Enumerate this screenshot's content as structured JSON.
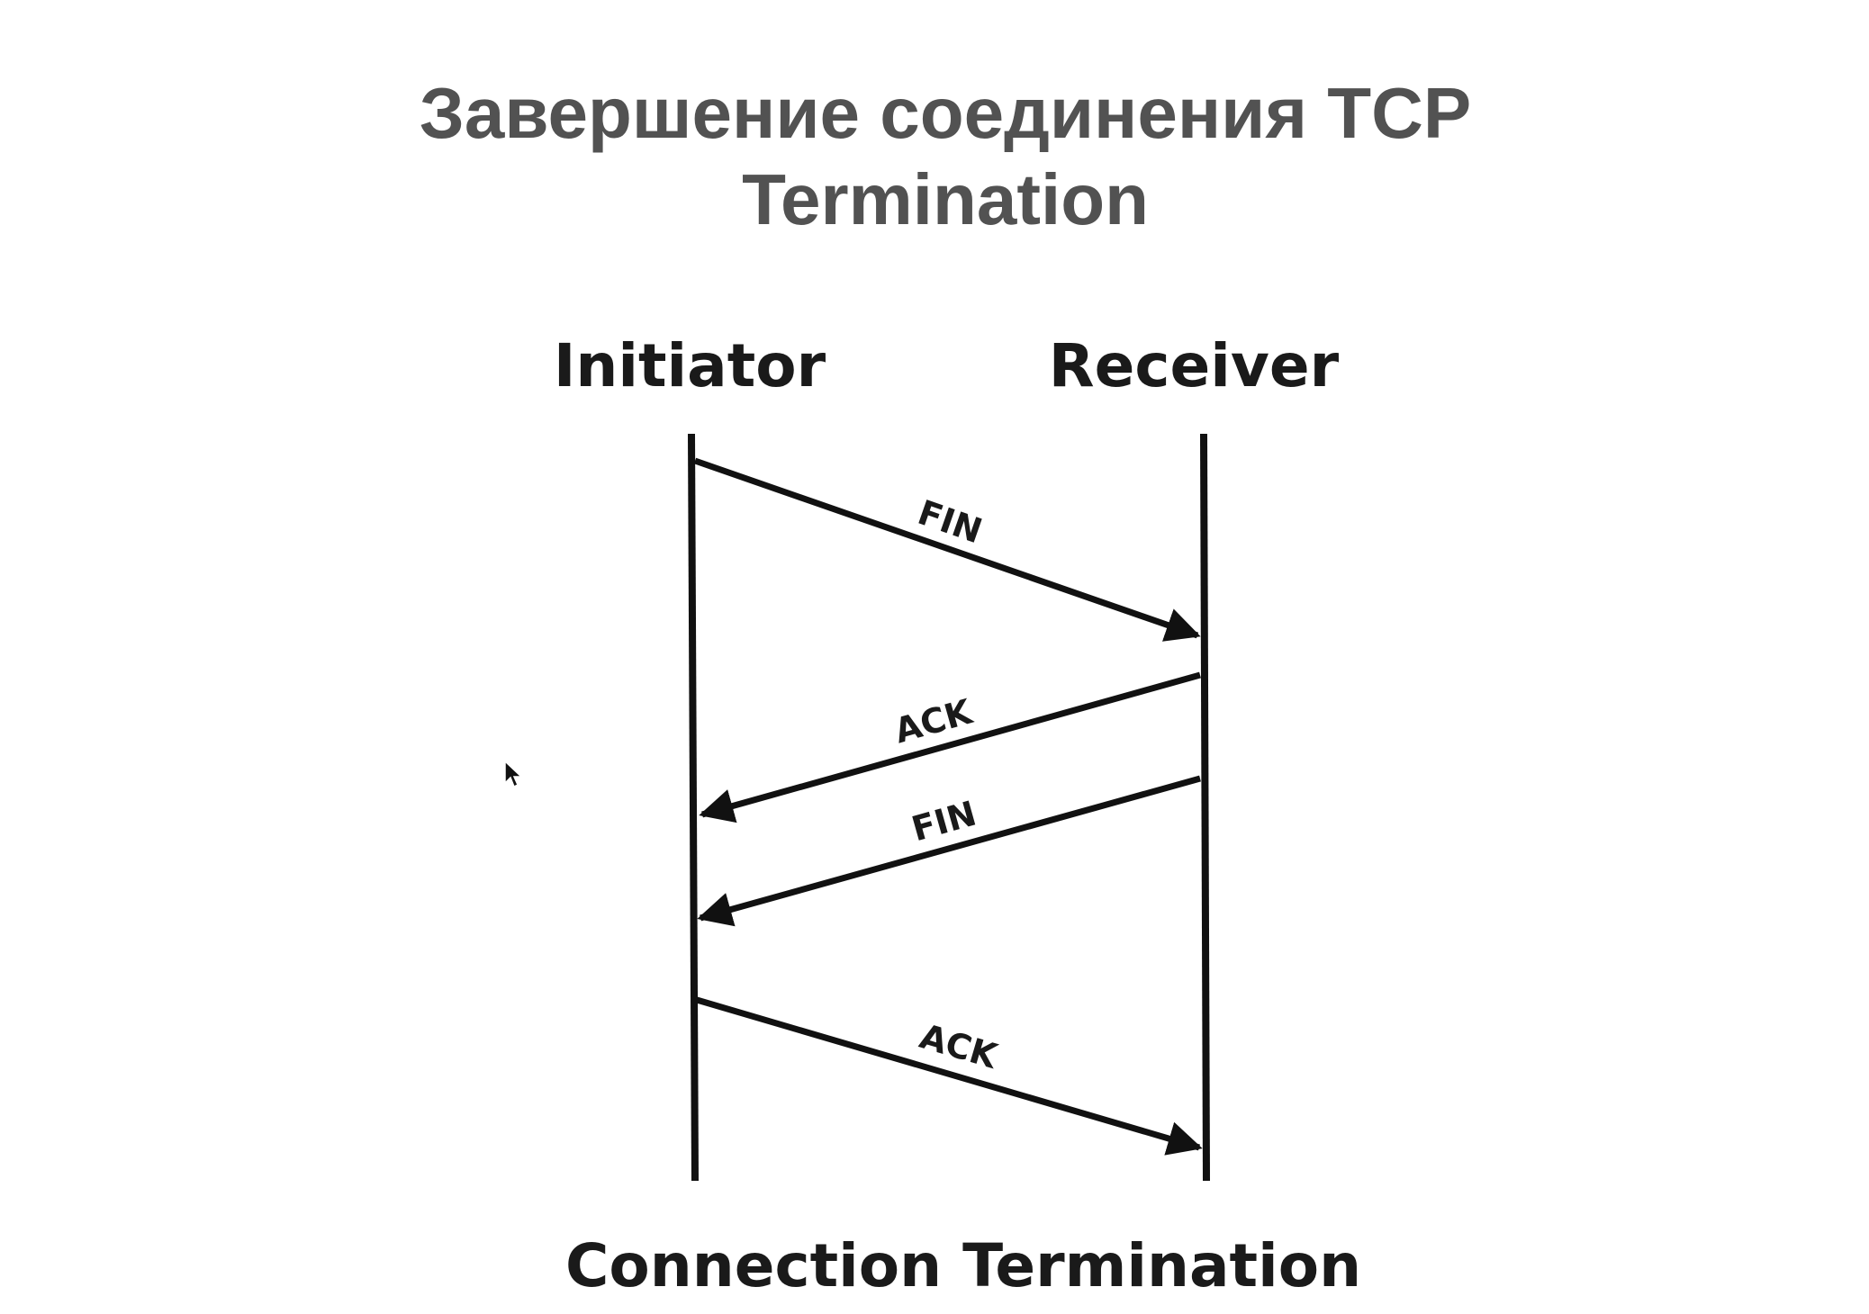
{
  "title": {
    "line1": "Завершение соединения TCP",
    "line2": "Termination"
  },
  "participants": {
    "initiator": "Initiator",
    "receiver": "Receiver"
  },
  "messages": [
    {
      "label": "FIN",
      "from": "initiator",
      "to": "receiver"
    },
    {
      "label": "ACK",
      "from": "receiver",
      "to": "initiator"
    },
    {
      "label": "FIN",
      "from": "receiver",
      "to": "initiator"
    },
    {
      "label": "ACK",
      "from": "initiator",
      "to": "receiver"
    }
  ],
  "caption": "Connection Termination",
  "colors": {
    "title": "#525252",
    "lines": "#111111",
    "text": "#1a1a1a"
  }
}
